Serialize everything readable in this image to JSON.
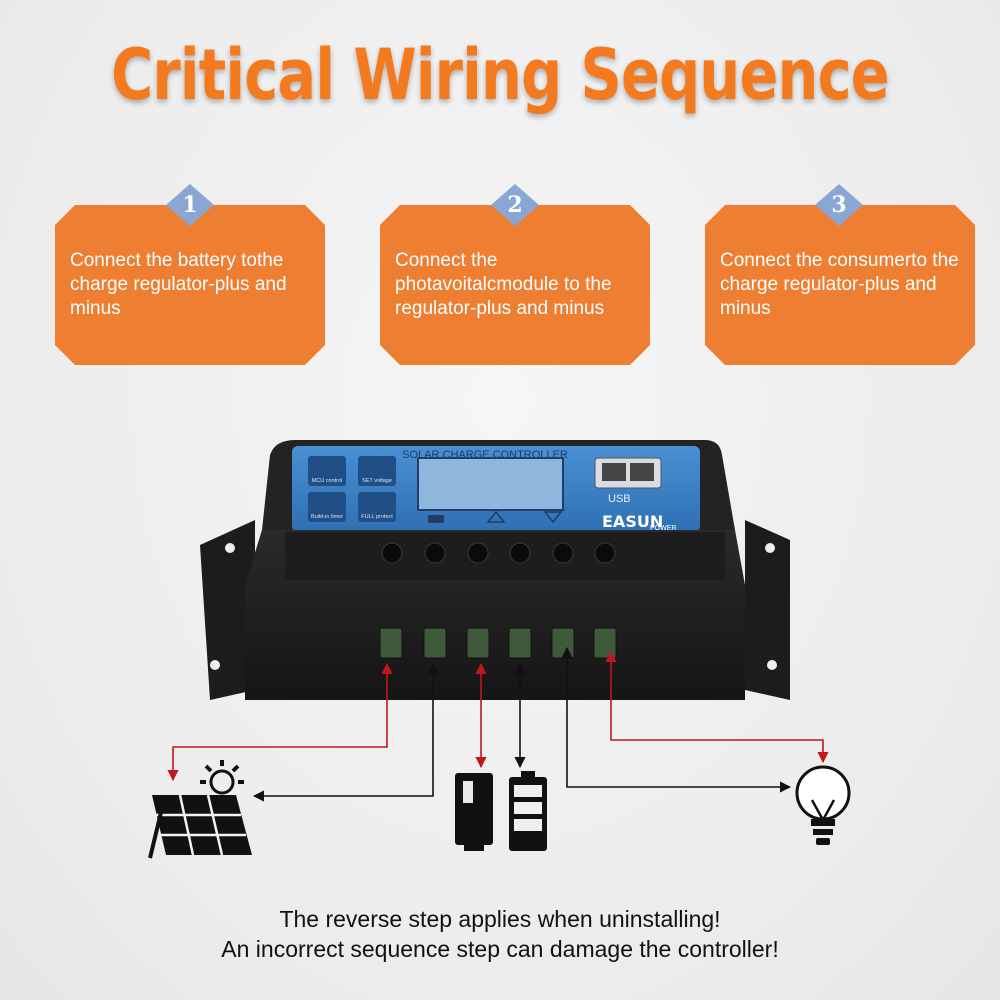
{
  "title": "Critical Wiring Sequence",
  "steps": [
    {
      "number": "1",
      "text": "Connect the battery tothe charge regulator-plus and minus"
    },
    {
      "number": "2",
      "text": "Connect the photavoitalcmodule to the regulator-plus and minus"
    },
    {
      "number": "3",
      "text": "Connect the consumerto the charge regulator-plus and minus"
    }
  ],
  "controller": {
    "panel_title": "SOLAR CHARGE CONTROLLER",
    "icon_labels": [
      "MCU control",
      "SET voltage",
      "Build-in timer",
      "FULL protect"
    ],
    "usb_label": "USB",
    "brand": "EASUN",
    "brand_sub": "POWER"
  },
  "colors": {
    "accent": "#f47a1f",
    "card": "#ee7e32",
    "badge": "#8aa6d2",
    "positive_wire": "#c0171b",
    "negative_wire": "#111111",
    "panel": "#3b7fc4"
  },
  "icons": [
    "solar-panel-icon",
    "battery-icon",
    "light-bulb-icon"
  ],
  "footer": {
    "line1": "The reverse step applies when uninstalling!",
    "line2": "An incorrect sequence step can damage the controller!"
  }
}
